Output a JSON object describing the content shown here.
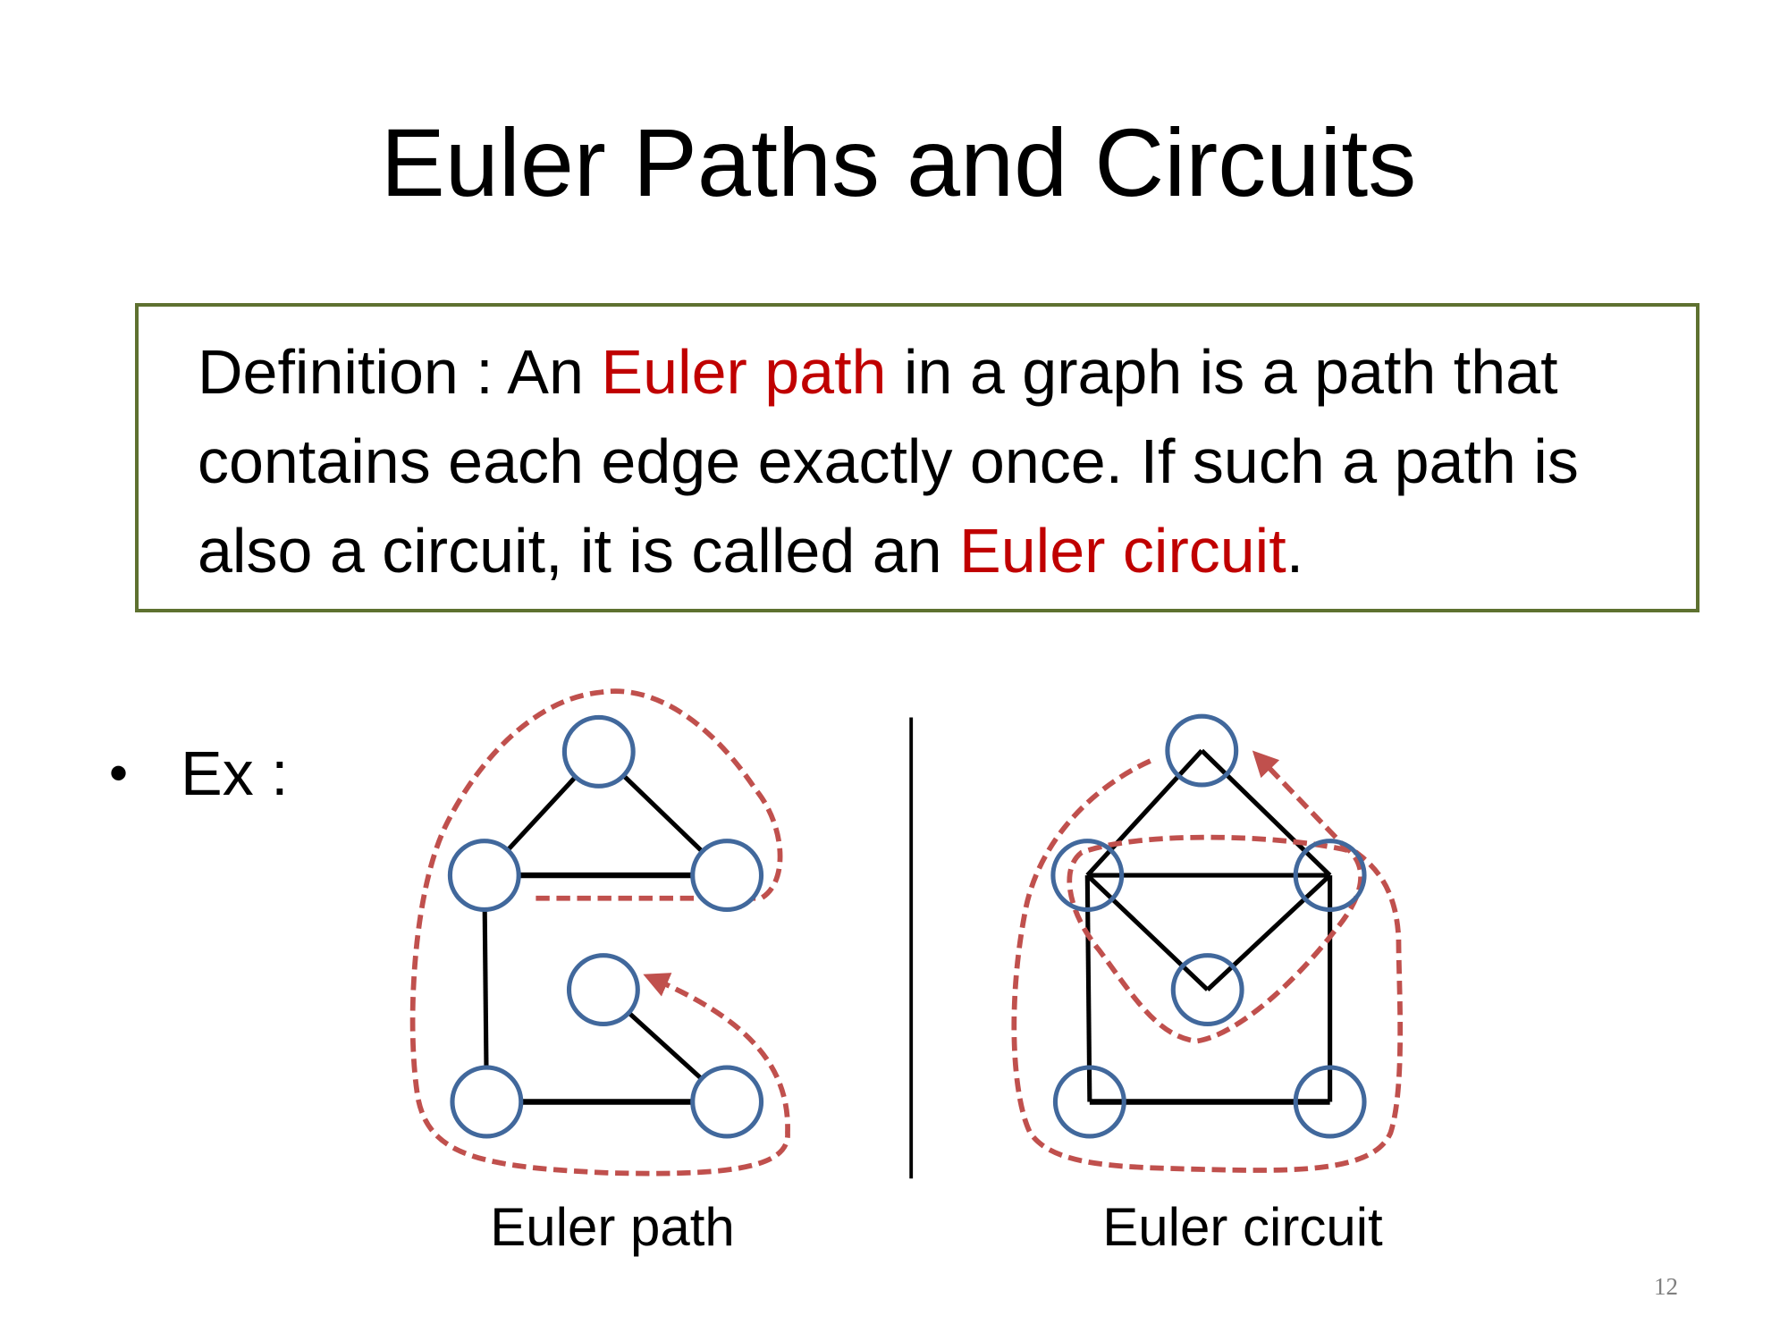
{
  "title": "Euler Paths and Circuits",
  "definition": {
    "prefix": "Definition :  An ",
    "term1": "Euler path",
    "middle": " in a graph is a path that contains each edge exactly once. If such a path is also a circuit, it is called an ",
    "term2": "Euler circuit",
    "suffix": "."
  },
  "bullet": "Ex :",
  "labels": {
    "left": "Euler path",
    "right": "Euler circuit"
  },
  "page_number": "12",
  "colors": {
    "border": "#5e7130",
    "highlight": "#c00000",
    "node": "#41689c",
    "trail": "#c0504d"
  }
}
